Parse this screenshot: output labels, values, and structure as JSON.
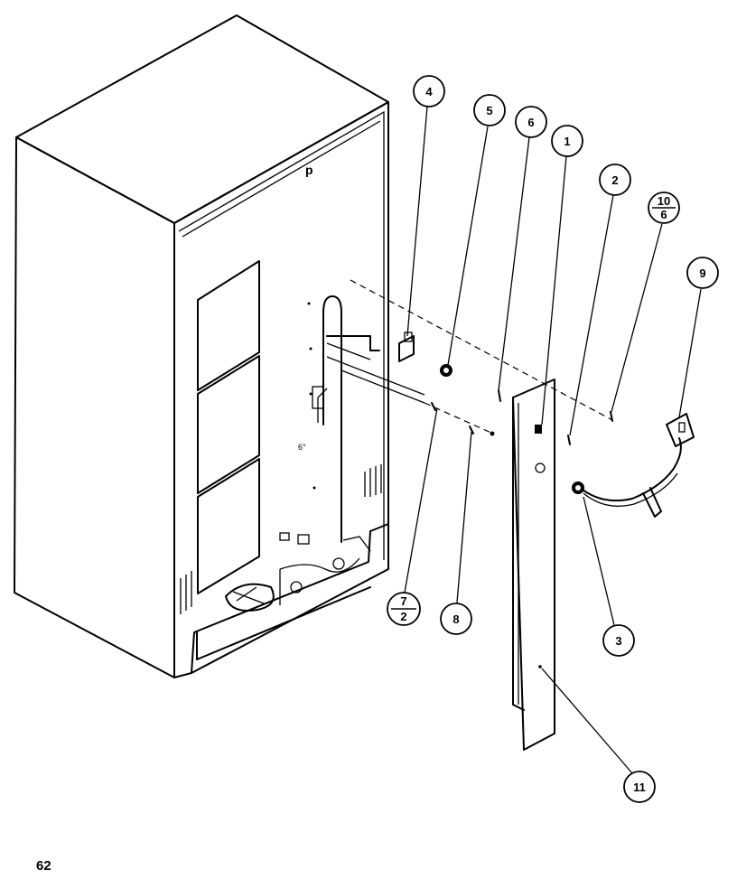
{
  "page_number": "62",
  "callouts": [
    {
      "id": "c4",
      "label": "4"
    },
    {
      "id": "c5",
      "label": "5"
    },
    {
      "id": "c6",
      "label": "6"
    },
    {
      "id": "c1",
      "label": "1"
    },
    {
      "id": "c2",
      "label": "2"
    },
    {
      "id": "c10-6",
      "top": "10",
      "bottom": "6"
    },
    {
      "id": "c9",
      "label": "9"
    },
    {
      "id": "c7-2",
      "top": "7",
      "bottom": "2"
    },
    {
      "id": "c8",
      "label": "8"
    },
    {
      "id": "c3",
      "label": "3"
    },
    {
      "id": "c11",
      "label": "11"
    }
  ]
}
